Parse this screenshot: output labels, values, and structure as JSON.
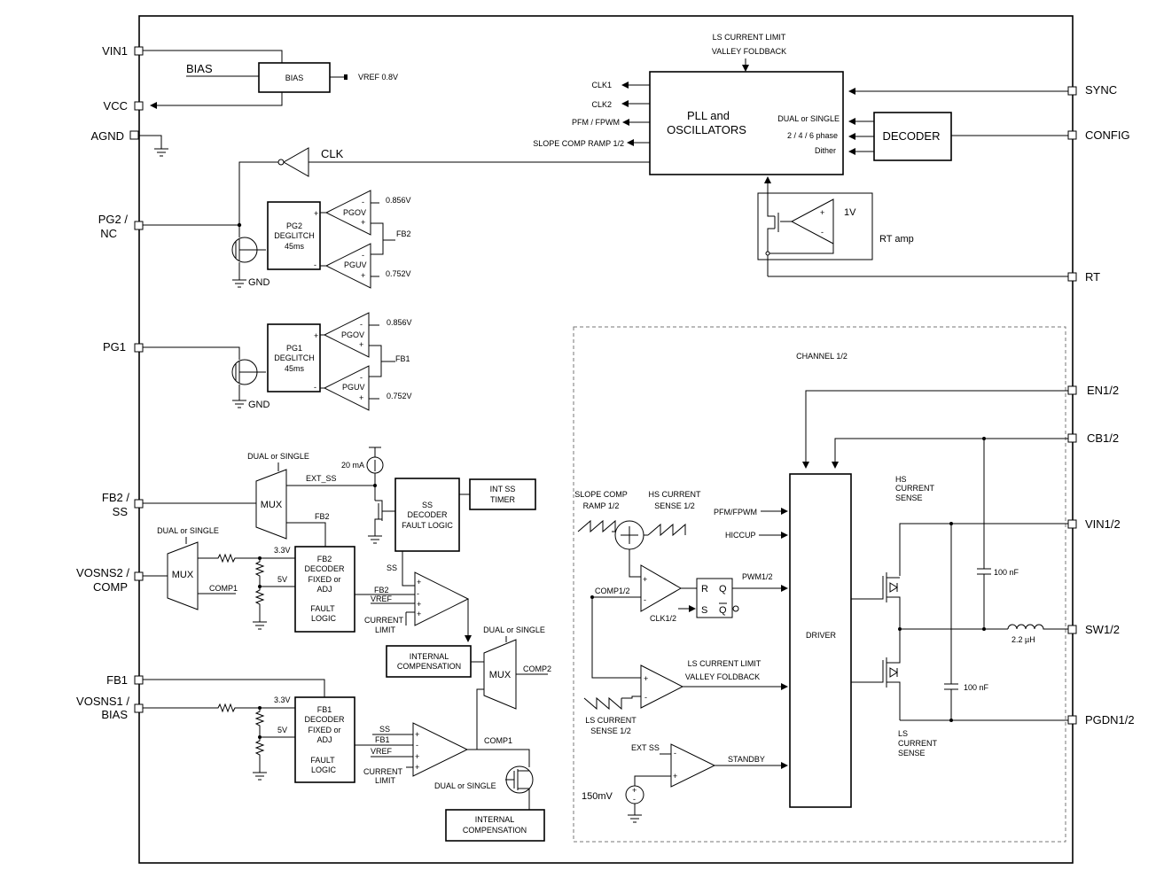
{
  "pins_left": {
    "vin1": "VIN1",
    "vcc": "VCC",
    "agnd": "AGND",
    "pg2_a": "PG2 /",
    "pg2_b": "NC",
    "pg1": "PG1",
    "fb2_a": "FB2 /",
    "fb2_b": "SS",
    "vosns2_a": "VOSNS2 /",
    "vosns2_b": "COMP",
    "fb1": "FB1",
    "vosns1_a": "VOSNS1 /",
    "vosns1_b": "BIAS"
  },
  "pins_right": {
    "sync": "SYNC",
    "config": "CONFIG",
    "rt": "RT",
    "en": "EN1/2",
    "cb": "CB1/2",
    "vin12": "VIN1/2",
    "sw": "SW1/2",
    "pgdn": "PGDN1/2"
  },
  "bias": {
    "block": "BIAS",
    "input": "BIAS",
    "vref": "VREF 0.8V"
  },
  "pll": {
    "title_1": "PLL and",
    "title_2": "OSCILLATORS",
    "top_1": "LS CURRENT LIMIT",
    "top_2": "VALLEY FOLDBACK",
    "clk1": "CLK1",
    "clk2": "CLK2",
    "pfm": "PFM / FPWM",
    "slope": "SLOPE COMP RAMP 1/2",
    "dual": "DUAL or SINGLE",
    "phase": "2 / 4 / 6 phase",
    "dither": "Dither"
  },
  "decoder": "DECODER",
  "clk_buffer": "CLK",
  "rt_amp": {
    "label": "RT amp",
    "vref": "1V",
    "plus": "+",
    "minus": "-"
  },
  "pg2": {
    "degl_1": "PG2",
    "degl_2": "DEGLITCH",
    "degl_3": "45ms",
    "ov": "PGOV",
    "uv": "PGUV",
    "ov_ref": "0.856V",
    "uv_ref": "0.752V",
    "fb": "FB2",
    "gnd": "GND"
  },
  "pg1": {
    "degl_1": "PG1",
    "degl_2": "DEGLITCH",
    "degl_3": "45ms",
    "ov": "PGOV",
    "uv": "PGUV",
    "ov_ref": "0.856V",
    "uv_ref": "0.752V",
    "fb": "FB1",
    "gnd": "GND"
  },
  "ss": {
    "dual": "DUAL or SINGLE",
    "ext_ss": "EXT_SS",
    "mux": "MUX",
    "fb2": "FB2",
    "current": "20 mA",
    "dec_1": "SS",
    "dec_2": "DECODER",
    "dec_3": "FAULT LOGIC",
    "timer_1": "INT SS",
    "timer_2": "TIMER"
  },
  "fb2dec": {
    "dual": "DUAL or SINGLE",
    "mux": "MUX",
    "comp1": "COMP1",
    "v33": "3.3V",
    "v5": "5V",
    "l1": "FB2",
    "l2": "DECODER",
    "l3": "FIXED or",
    "l4": "ADJ",
    "l5": "FAULT",
    "l6": "LOGIC"
  },
  "ea2": {
    "ss": "SS",
    "fb": "FB2",
    "vref": "VREF",
    "cl_1": "CURRENT",
    "cl_2": "LIMIT"
  },
  "comp_mux": {
    "dual": "DUAL or SINGLE",
    "mux": "MUX",
    "comp2": "COMP2",
    "ic_1": "INTERNAL",
    "ic_2": "COMPENSATION"
  },
  "fb1dec": {
    "v33": "3.3V",
    "v5": "5V",
    "l1": "FB1",
    "l2": "DECODER",
    "l3": "FIXED or",
    "l4": "ADJ",
    "l5": "FAULT",
    "l6": "LOGIC"
  },
  "ea1": {
    "ss": "SS",
    "fb": "FB1",
    "vref": "VREF",
    "cl_1": "CURRENT",
    "cl_2": "LIMIT",
    "comp1": "COMP1",
    "dual": "DUAL or SINGLE",
    "ic_1": "INTERNAL",
    "ic_2": "COMPENSATION"
  },
  "channel": {
    "title": "CHANNEL 1/2",
    "slope_1": "SLOPE COMP",
    "slope_2": "RAMP 1/2",
    "hs_sense_1": "HS CURRENT",
    "hs_sense_2": "SENSE 1/2",
    "comp12": "COMP1/2",
    "clk12": "CLK1/2",
    "pwm": "PWM1/2",
    "r": "R",
    "s": "S",
    "q": "Q",
    "qbar": "Q",
    "pfm": "PFM/FPWM",
    "hiccup": "HICCUP",
    "driver": "DRIVER",
    "ls_limit_1": "LS CURRENT LIMIT",
    "ls_limit_2": "VALLEY FOLDBACK",
    "ls_sense_1": "LS CURRENT",
    "ls_sense_2": "SENSE 1/2",
    "ext_ss": "EXT SS",
    "standby": "STANDBY",
    "v150": "150mV",
    "hs_1": "HS",
    "hs_2": "CURRENT",
    "hs_3": "SENSE",
    "ls_1": "LS",
    "ls_2": "CURRENT",
    "ls_3": "SENSE",
    "cap1": "100 nF",
    "cap2": "100 nF",
    "ind": "2.2 µH"
  }
}
